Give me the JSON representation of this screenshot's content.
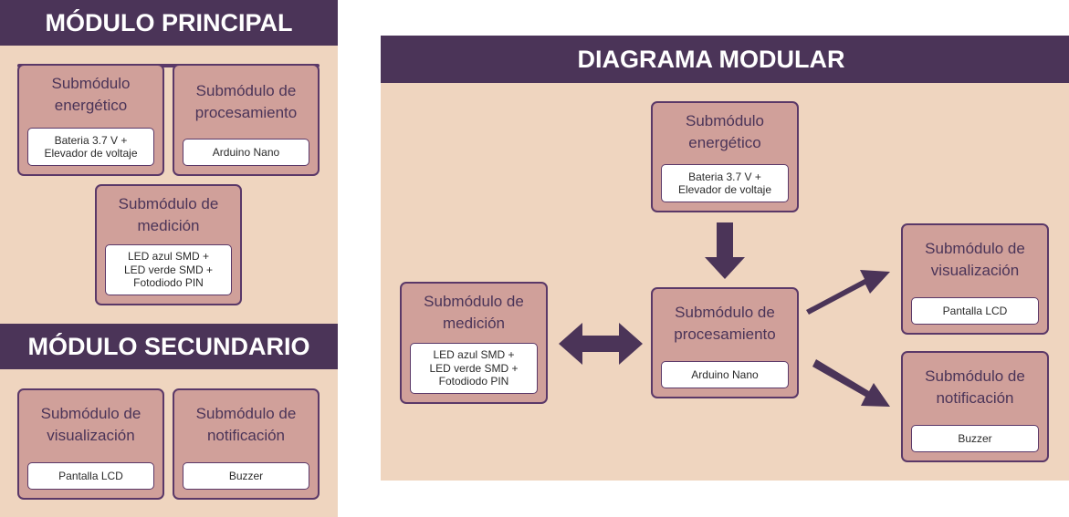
{
  "left": {
    "principal_title": "MÓDULO PRINCIPAL",
    "secundario_title": "MÓDULO SECUNDARIO",
    "energetico": {
      "title": "Submódulo\nenergético",
      "detail": "Bateria 3.7 V +\nElevador de voltaje"
    },
    "procesamiento": {
      "title": "Submódulo de\nprocesamiento",
      "detail": "Arduino Nano"
    },
    "medicion": {
      "title": "Submódulo de\nmedición",
      "detail": "LED azul SMD +\nLED verde SMD +\nFotodiodo PIN"
    },
    "visualizacion": {
      "title": "Submódulo de\nvisualización",
      "detail": "Pantalla LCD"
    },
    "notificacion": {
      "title": "Submódulo de\nnotificación",
      "detail": "Buzzer"
    }
  },
  "right": {
    "title": "DIAGRAMA MODULAR",
    "energetico": {
      "title": "Submódulo\nenergético",
      "detail": "Bateria 3.7 V +\nElevador de voltaje"
    },
    "procesamiento": {
      "title": "Submódulo de\nprocesamiento",
      "detail": "Arduino Nano"
    },
    "medicion": {
      "title": "Submódulo de\nmedición",
      "detail": "LED azul SMD +\nLED verde SMD +\nFotodiodo PIN"
    },
    "visualizacion": {
      "title": "Submódulo de\nvisualización",
      "detail": "Pantalla LCD"
    },
    "notificacion": {
      "title": "Submódulo de\nnotificación",
      "detail": "Buzzer"
    }
  },
  "colors": {
    "header": "#4b3458",
    "panel_background": "#efd5bf",
    "box_fill": "#d0a09a",
    "box_border": "#5a3868",
    "arrow": "#4b3458"
  }
}
